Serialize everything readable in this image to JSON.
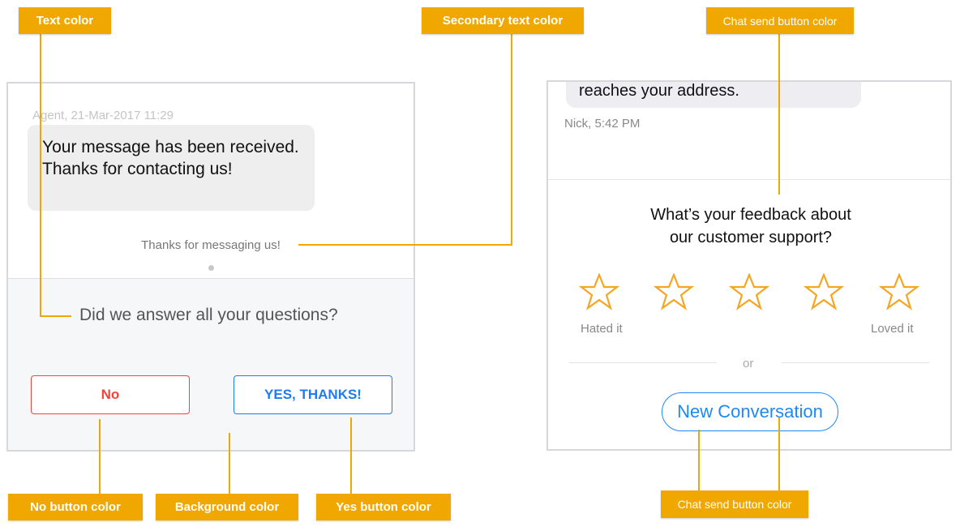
{
  "annotations": {
    "text_color": "Text color",
    "secondary_text_color": "Secondary text color",
    "chat_send_top": "Chat send button color",
    "no_button_color": "No button color",
    "background_color": "Background color",
    "yes_button_color": "Yes button color",
    "chat_send_bottom": "Chat send button color"
  },
  "left_panel": {
    "timestamp": "Agent, 21-Mar-2017 11:29",
    "message": "Your message has been received. Thanks for contacting us!",
    "system_message": "Thanks for messaging us!",
    "question": "Did we answer all your questions?",
    "no_label": "No",
    "yes_label": "YES, THANKS!"
  },
  "right_panel": {
    "message_tail": "reaches your address.",
    "timestamp": "Nick, 5:42 PM",
    "question": "What’s your feedback about our customer support?",
    "rating_max": 5,
    "rating_value": 0,
    "low_label": "Hated it",
    "high_label": "Loved it",
    "or_label": "or",
    "new_conversation_label": "New Conversation"
  },
  "colors": {
    "annotation": "#F0A800",
    "no_button": "#F44336",
    "yes_button": "#1E7CF2",
    "background": "#F6F7F9",
    "star": "#F5A623",
    "chat_send": "#1E88F5"
  }
}
